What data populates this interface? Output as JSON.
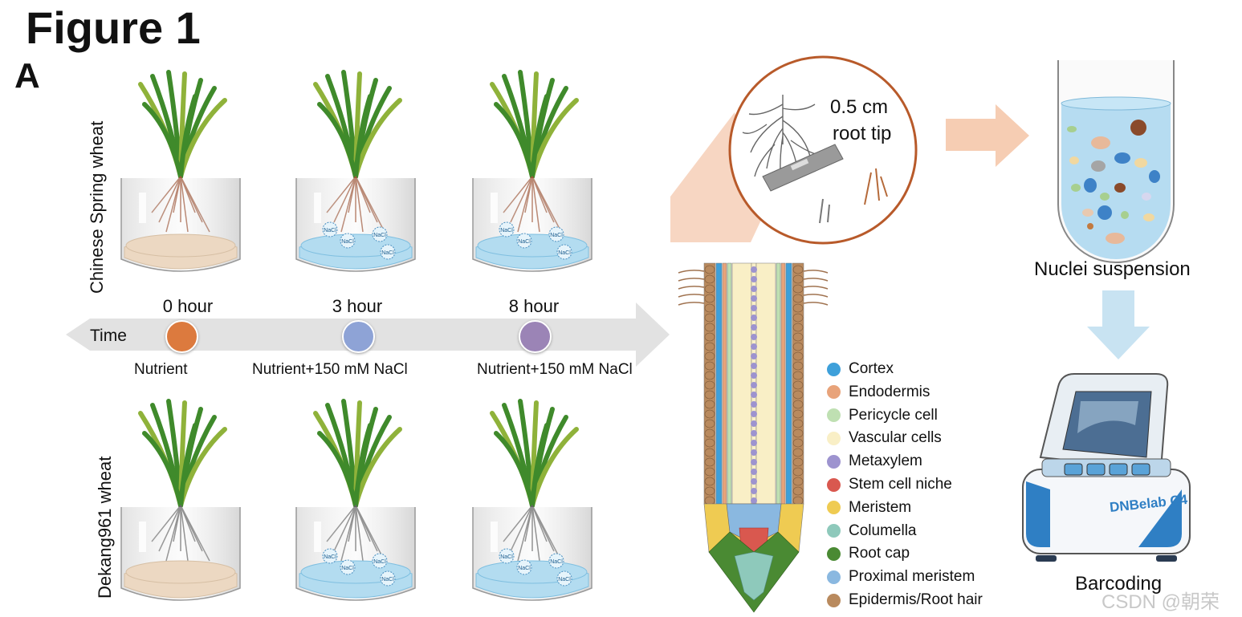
{
  "figure": {
    "title": "Figure 1",
    "panel": "A"
  },
  "left_panel": {
    "top_row_label": "Chinese Spring wheat",
    "bottom_row_label": "Dekang961 wheat",
    "time_label": "Time",
    "timepoints": [
      {
        "label": "0 hour",
        "condition": "Nutrient",
        "color": "#dc7a3e"
      },
      {
        "label": "3 hour",
        "condition": "Nutrient+150 mM NaCl",
        "color": "#8ea3d6"
      },
      {
        "label": "8 hour",
        "condition": "Nutrient+150 mM NaCl",
        "color": "#9b84b6"
      }
    ],
    "salt_label": "NaCl"
  },
  "sampling": {
    "line1": "0.5 cm",
    "line2": "root tip"
  },
  "legend": [
    {
      "label": "Cortex",
      "color": "#3ea0da"
    },
    {
      "label": "Endodermis",
      "color": "#e8a37a"
    },
    {
      "label": "Pericycle cell",
      "color": "#bfe0b2"
    },
    {
      "label": "Vascular cells",
      "color": "#f9efc6"
    },
    {
      "label": "Metaxylem",
      "color": "#9d93cf"
    },
    {
      "label": "Stem cell niche",
      "color": "#d9584f"
    },
    {
      "label": "Meristem",
      "color": "#efcb52"
    },
    {
      "label": "Columella",
      "color": "#8ec9bb"
    },
    {
      "label": "Root cap",
      "color": "#4a8a33"
    },
    {
      "label": "Proximal meristem",
      "color": "#8ab8e0"
    },
    {
      "label": "Epidermis/Root hair",
      "color": "#b98a5e"
    }
  ],
  "workflow": {
    "nuclei_label": "Nuclei suspension",
    "barcoding_label": "Barcoding",
    "device_label": "DNBelab C4"
  },
  "watermark": "CSDN @朝荣"
}
